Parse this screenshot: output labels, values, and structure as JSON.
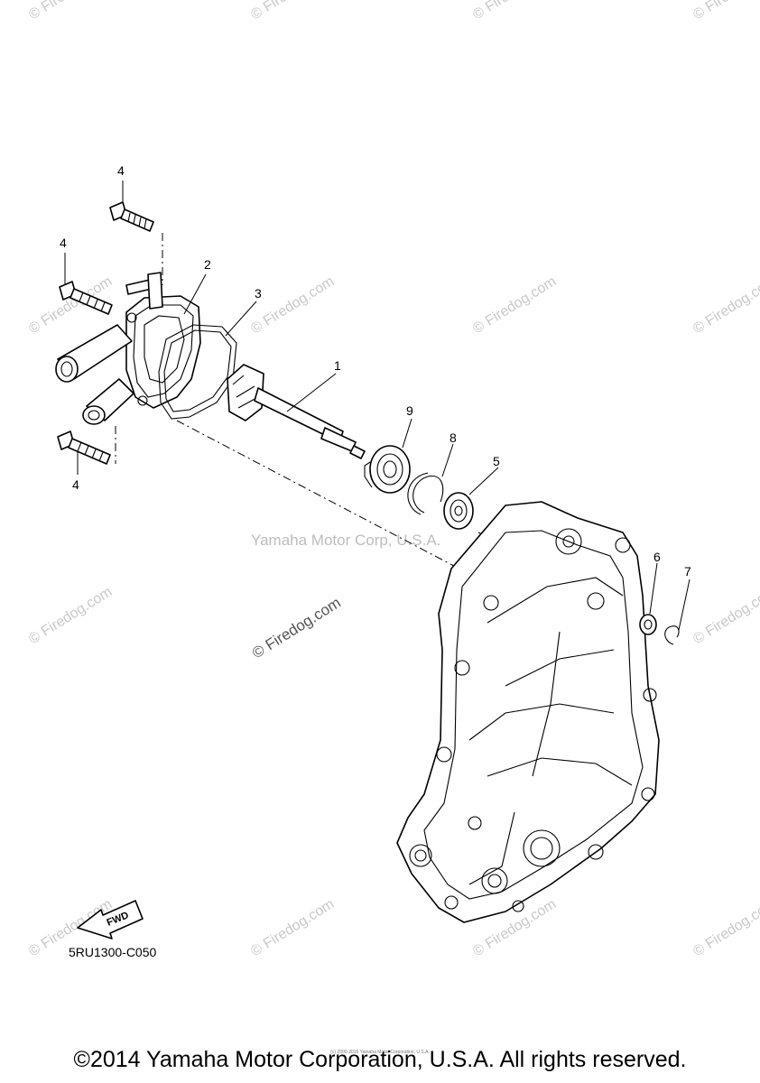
{
  "diagram_code": "5RU1300-C050",
  "fwd_label": "FWD",
  "watermark_center": "Yamaha Motor Corp, U.S.A.",
  "watermark_left": "© Firedog.com",
  "watermark_small": "© Firedog.com",
  "copyright": "©2014 Yamaha Motor Corporation, U.S.A. All rights reserved.",
  "copyright_small": "(c) 2000-2015 Yamaha Motor Corporation, U.S.A.",
  "callouts": {
    "c1": "1",
    "c2": "2",
    "c3": "3",
    "c4a": "4",
    "c4b": "4",
    "c4c": "4",
    "c5": "5",
    "c6": "6",
    "c7": "7",
    "c8": "8",
    "c9": "9"
  },
  "icons": {
    "fwd_arrow": "fwd-arrow-icon"
  }
}
